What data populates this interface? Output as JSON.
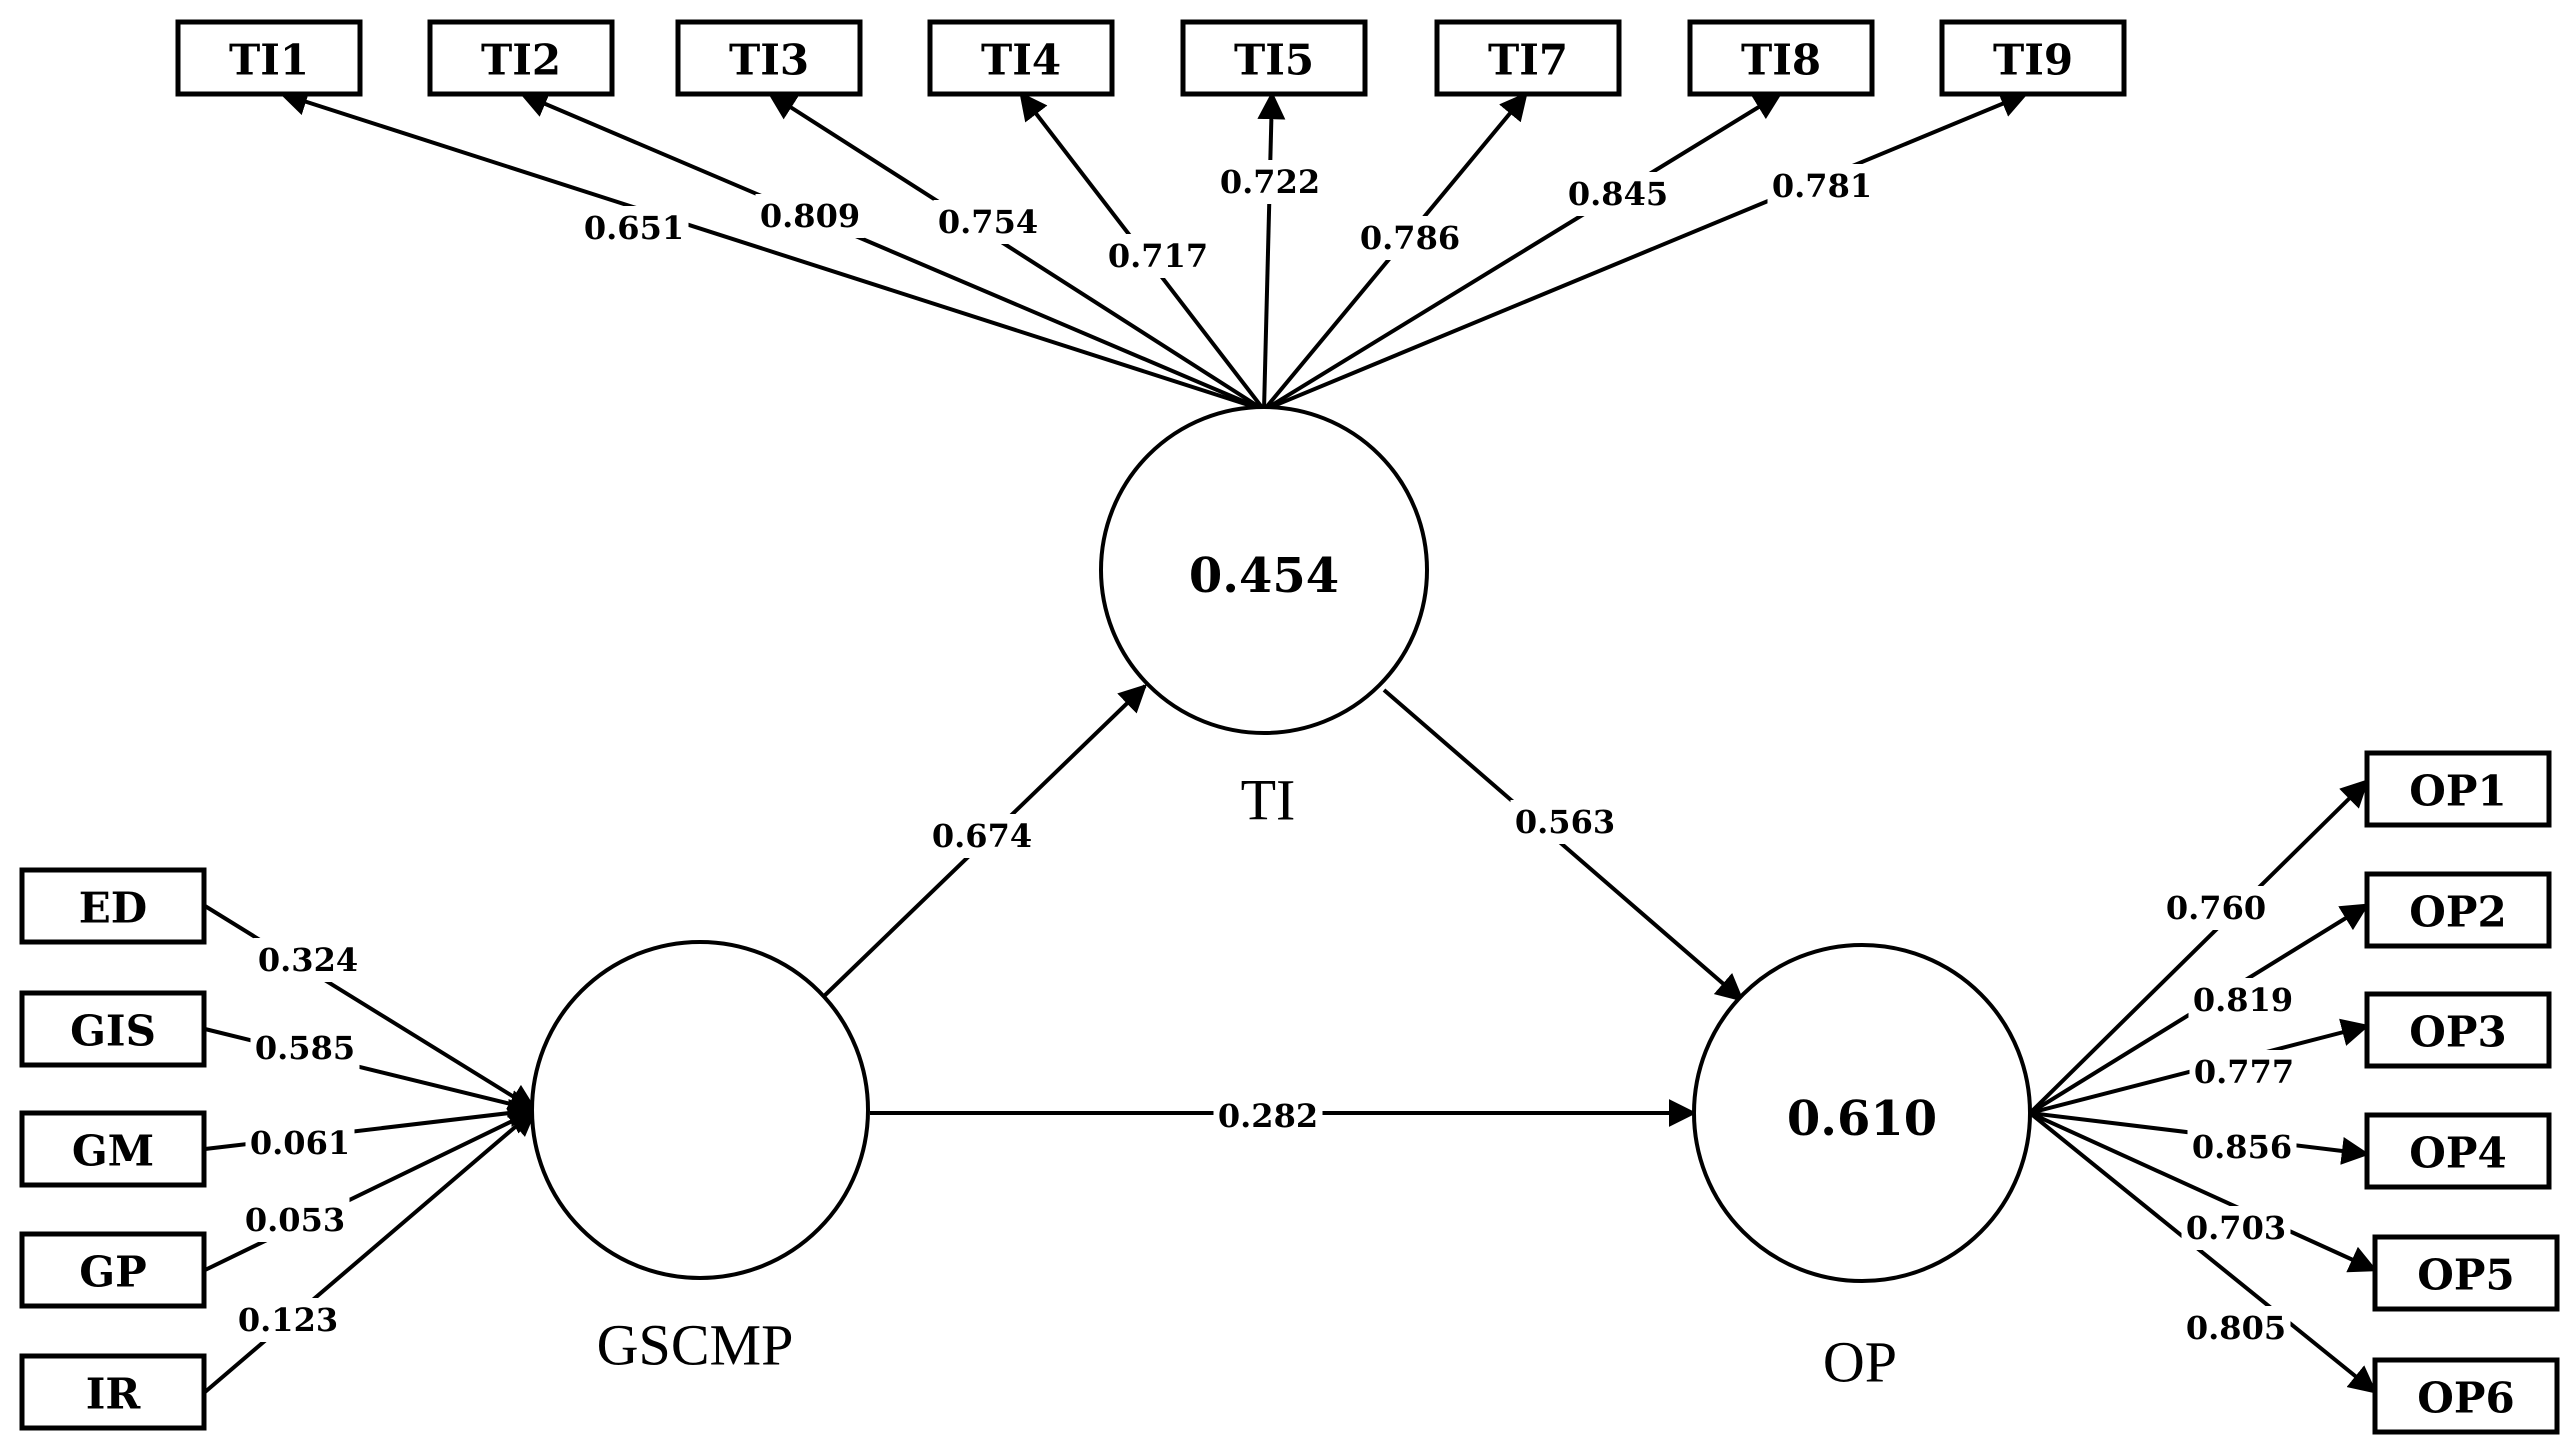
{
  "constructs": [
    {
      "id": "TI",
      "name": "TI",
      "r2": "0.454"
    },
    {
      "id": "GSCMP",
      "name": "GSCMP",
      "r2": ""
    },
    {
      "id": "OP",
      "name": "OP",
      "r2": "0.610"
    }
  ],
  "indicators": [
    {
      "id": "TI1",
      "label": "TI1"
    },
    {
      "id": "TI2",
      "label": "TI2"
    },
    {
      "id": "TI3",
      "label": "TI3"
    },
    {
      "id": "TI4",
      "label": "TI4"
    },
    {
      "id": "TI5",
      "label": "TI5"
    },
    {
      "id": "TI7",
      "label": "TI7"
    },
    {
      "id": "TI8",
      "label": "TI8"
    },
    {
      "id": "TI9",
      "label": "TI9"
    },
    {
      "id": "ED",
      "label": "ED"
    },
    {
      "id": "GIS",
      "label": "GIS"
    },
    {
      "id": "GM",
      "label": "GM"
    },
    {
      "id": "GP",
      "label": "GP"
    },
    {
      "id": "IR",
      "label": "IR"
    },
    {
      "id": "OP1",
      "label": "OP1"
    },
    {
      "id": "OP2",
      "label": "OP2"
    },
    {
      "id": "OP3",
      "label": "OP3"
    },
    {
      "id": "OP4",
      "label": "OP4"
    },
    {
      "id": "OP5",
      "label": "OP5"
    },
    {
      "id": "OP6",
      "label": "OP6"
    }
  ],
  "loadings": [
    {
      "from": "TI",
      "to": "TI1",
      "value": "0.651"
    },
    {
      "from": "TI",
      "to": "TI2",
      "value": "0.809"
    },
    {
      "from": "TI",
      "to": "TI3",
      "value": "0.754"
    },
    {
      "from": "TI",
      "to": "TI4",
      "value": "0.717"
    },
    {
      "from": "TI",
      "to": "TI5",
      "value": "0.722"
    },
    {
      "from": "TI",
      "to": "TI7",
      "value": "0.786"
    },
    {
      "from": "TI",
      "to": "TI8",
      "value": "0.845"
    },
    {
      "from": "TI",
      "to": "TI9",
      "value": "0.781"
    },
    {
      "from": "ED",
      "to": "GSCMP",
      "value": "0.324"
    },
    {
      "from": "GIS",
      "to": "GSCMP",
      "value": "0.585"
    },
    {
      "from": "GM",
      "to": "GSCMP",
      "value": "0.061"
    },
    {
      "from": "GP",
      "to": "GSCMP",
      "value": "0.053"
    },
    {
      "from": "IR",
      "to": "GSCMP",
      "value": "0.123"
    },
    {
      "from": "OP",
      "to": "OP1",
      "value": "0.760"
    },
    {
      "from": "OP",
      "to": "OP2",
      "value": "0.819"
    },
    {
      "from": "OP",
      "to": "OP3",
      "value": "0.777"
    },
    {
      "from": "OP",
      "to": "OP4",
      "value": "0.856"
    },
    {
      "from": "OP",
      "to": "OP5",
      "value": "0.703"
    },
    {
      "from": "OP",
      "to": "OP6",
      "value": "0.805"
    }
  ],
  "paths": [
    {
      "from": "GSCMP",
      "to": "TI",
      "value": "0.674"
    },
    {
      "from": "TI",
      "to": "OP",
      "value": "0.563"
    },
    {
      "from": "GSCMP",
      "to": "OP",
      "value": "0.282"
    }
  ]
}
